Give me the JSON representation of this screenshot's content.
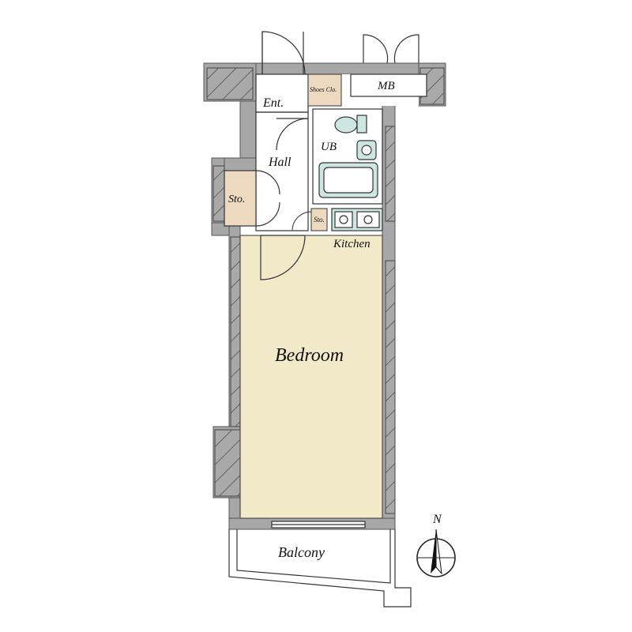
{
  "rooms": {
    "entrance": "Ent.",
    "shoes_closet": "Shoes Clo.",
    "meter_box": "MB",
    "unit_bath": "UB",
    "hall": "Hall",
    "storage_left": "Sto.",
    "storage_small": "Sto.",
    "kitchen": "Kitchen",
    "bedroom": "Bedroom",
    "balcony": "Balcony"
  },
  "compass": {
    "north_label": "N"
  },
  "colors": {
    "wall": "#a7a7a7",
    "bedroom_floor": "#f2e9c8",
    "closet_floor": "#ecd9c0",
    "fixture_fill": "#cde6e2",
    "line": "#333333"
  }
}
